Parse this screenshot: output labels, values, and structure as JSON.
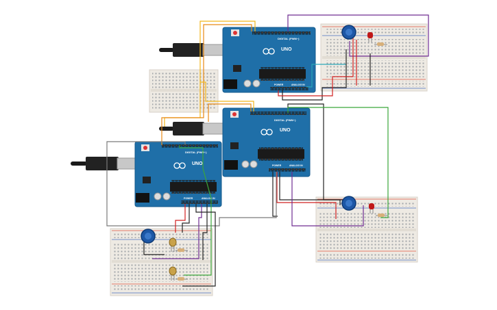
{
  "colors": {
    "background": "#ffffff",
    "board_blue": "#1f6fa8",
    "board_edge": "#155a8c",
    "breadboard": "#eeeae3",
    "breadboard_edge": "#d8d2c8",
    "rail_red": "#e0533f",
    "rail_blue": "#4a6fbf",
    "wire_black": "#222222",
    "wire_red": "#d12020",
    "wire_yellow": "#f2b61a",
    "wire_orange": "#e88a16",
    "wire_purple": "#6f2c91",
    "wire_green": "#3aa63a",
    "wire_teal": "#2aa7b8",
    "wire_gray": "#7a7a7a",
    "potentiometer": "#1d57a6",
    "led": "#c01818",
    "cable": "#1a1a1a"
  },
  "boards": [
    {
      "id": "arduino-top",
      "model": "UNO",
      "header_label": "DIGITAL (PWM~)",
      "power_label": "POWER",
      "analog_label": "ANALOG IN"
    },
    {
      "id": "arduino-middle",
      "model": "UNO",
      "header_label": "DIGITAL (PWM~)",
      "power_label": "POWER",
      "analog_label": "ANALOG IN"
    },
    {
      "id": "arduino-bottom",
      "model": "UNO",
      "header_label": "DIGITAL (PWM~)",
      "power_label": "POWER",
      "analog_label": "ANALOG IN"
    }
  ],
  "components": {
    "potentiometer_icon": "potentiometer-icon",
    "led_icon": "led-icon",
    "resistor_icon": "resistor-icon",
    "photoresistor_icon": "photoresistor-icon",
    "usb_cable_icon": "usb-cable-icon"
  }
}
